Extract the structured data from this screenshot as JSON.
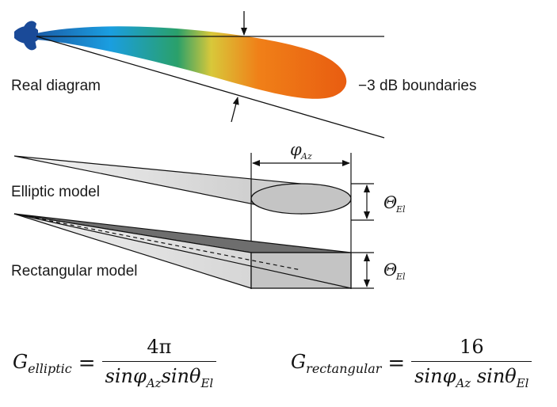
{
  "labels": {
    "real_diagram": "Real diagram",
    "boundaries": "−3 dB boundaries",
    "elliptic_model": "Elliptic model",
    "rectangular_model": "Rectangular model"
  },
  "symbols": {
    "phi": "φ",
    "phi_sub": "Az",
    "theta": "Θ",
    "theta_sub": "El"
  },
  "formulas": {
    "elliptic": {
      "lhs": "G",
      "lhs_sub": "elliptic",
      "eq": "=",
      "numerator": "4π",
      "den_part1": "sinφ",
      "den_sub1": "Az",
      "den_part2": "sinθ",
      "den_sub2": "El"
    },
    "rectangular": {
      "lhs": "G",
      "lhs_sub": "rectangular",
      "eq": "=",
      "numerator": "16",
      "den_part1": "sinφ",
      "den_sub1": "Az",
      "den_part2": "sinθ",
      "den_sub2": "El"
    }
  },
  "colors": {
    "beam_start": "#1a4fa0",
    "beam_mid_blue": "#1aa0e0",
    "beam_green": "#3aa05a",
    "beam_yellow": "#e8c830",
    "beam_orange": "#f07818",
    "beam_end": "#e85010",
    "cone_fill": "#d9d9d9",
    "cone_dark": "#6e6e6e",
    "ellipse_fill": "#c4c4c4"
  }
}
